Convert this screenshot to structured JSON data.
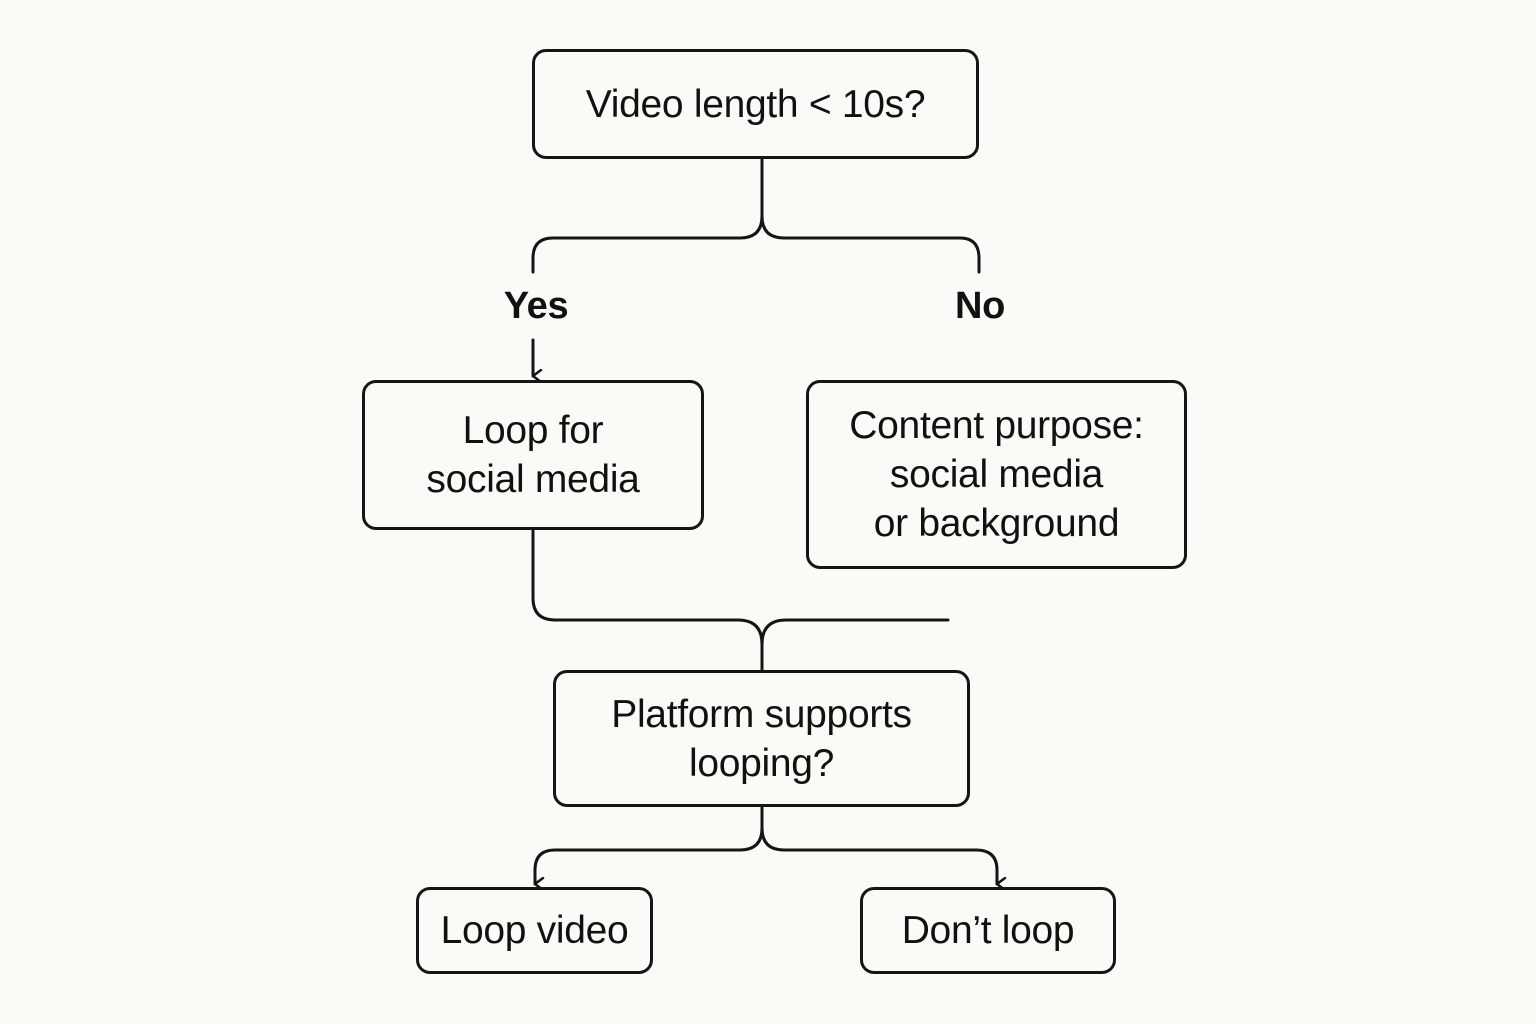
{
  "diagram": {
    "nodes": {
      "video_length": "Video length < 10s?",
      "loop_social": "Loop for\nsocial media",
      "content_purpose": "Content purpose:\nsocial media\nor background",
      "platform_supports": "Platform supports\nlooping?",
      "loop_video": "Loop video",
      "dont_loop": "Don’t loop"
    },
    "edge_labels": {
      "yes": "Yes",
      "no": "No"
    },
    "colors": {
      "background": "#fbfaf7",
      "stroke": "#151515"
    }
  }
}
